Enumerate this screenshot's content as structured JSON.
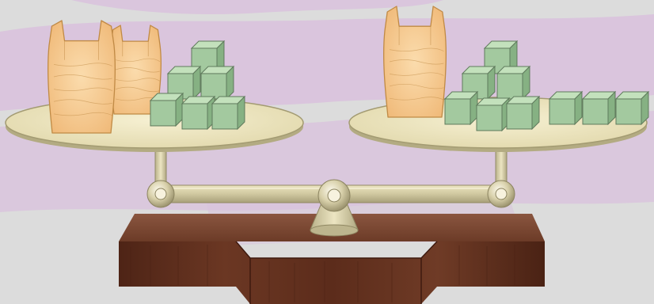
{
  "scene": {
    "colors": {
      "background_gray": "#dcdcdc",
      "background_purple": "#d9c2dd",
      "pan_fill": "#efe8c4",
      "pan_rim": "#a9a27a",
      "metal": "#d3cba4",
      "metal_dark": "#a59d78",
      "cube_front": "#a3c99f",
      "cube_top": "#c3e1bc",
      "cube_side": "#86b183",
      "cube_edge": "#5f7a5c",
      "bag_fill": "#f6c98e",
      "bag_stroke": "#c08a45",
      "wood_dark": "#5a2c1c",
      "wood_mid": "#6e3a25",
      "wood_top": "#7c4a34"
    },
    "left_pan": {
      "bags": 2,
      "cubes": 6
    },
    "right_pan": {
      "bags": 1,
      "cubes": 9
    },
    "beam_state": "balanced"
  }
}
